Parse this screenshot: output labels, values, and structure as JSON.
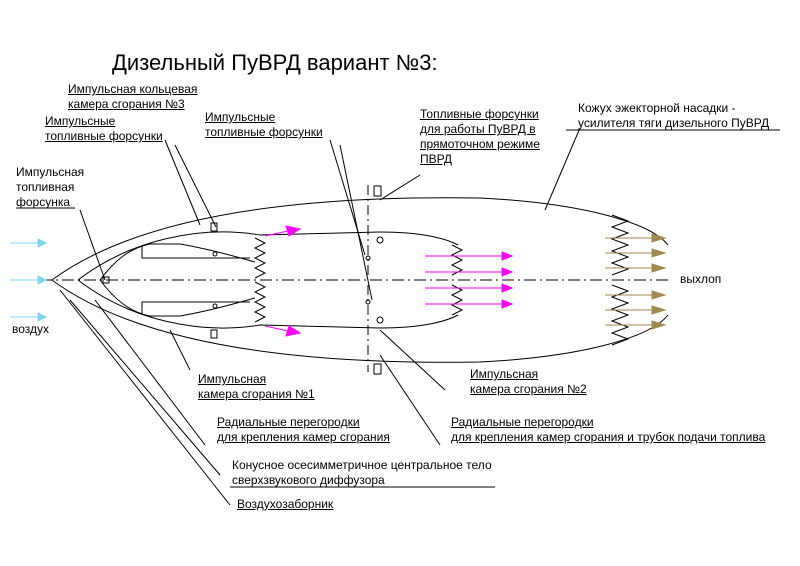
{
  "title": "Дизельный ПуВРД вариант №3:",
  "labels": {
    "ring_chamber": "Импульсная кольцевая\nкамера сгорания №3",
    "fuel_injectors_left": "Импульсные\nтопливные форсунки",
    "fuel_injectors_mid": "Импульсные\nтопливные форсунки",
    "fuel_injector_single": "Импульсная\nтопливная\nфорсунка",
    "ramjet_injectors": "Топливные форсунки\nдля работы ПуВРД в\nпрямоточном режиме\nПВРД",
    "ejector_shroud": "Кожух эжекторной насадки -\nусилителя тяги дизельного ПуВРД",
    "exhaust": "выхлоп",
    "air": "воздух",
    "chamber1": "Импульсная\nкамера сгорания №1",
    "chamber2": "Импульсная\nкамера сгорания №2",
    "partitions1": "Радиальные перегородки\nдля крепления камер сгорания",
    "partitions2": "Радиальные перегородки\nдля крепления камер сгорания и трубок подачи топлива",
    "cone": "Конусное осесимметричное центральное тело\nсверхзвукового диффузора",
    "intake": "Воздухозаборник"
  },
  "colors": {
    "line": "#000000",
    "air_arrow": "#7fd4ef",
    "combustion_arrow": "#ff00ff",
    "exhaust_arrow": "#a08a50"
  }
}
